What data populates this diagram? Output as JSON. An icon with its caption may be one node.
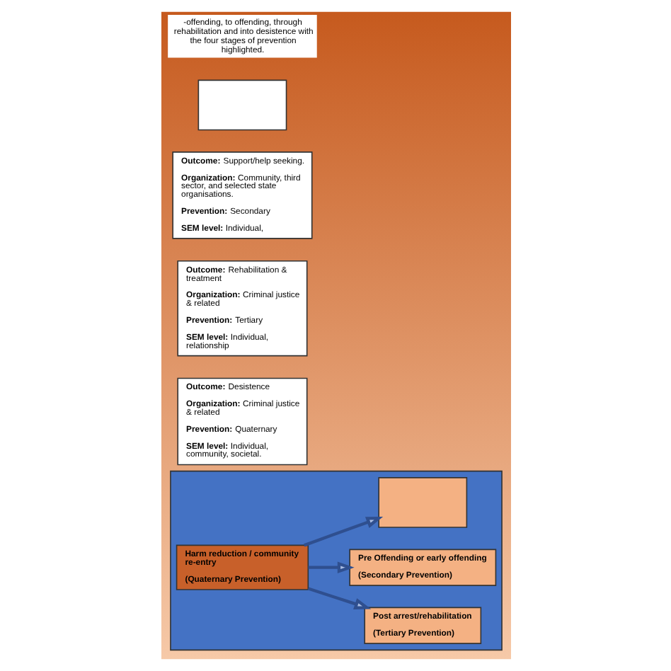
{
  "diagram": {
    "nodes": [
      {
        "text": [],
        "shape": "bar"
      },
      {
        "text": [
          "Harm reduction / community re-entry",
          "(Quaternary Prevention)"
        ],
        "in": 0
      },
      {
        "text": [
          "Post arrest/rehabilitation",
          "(Tertiary Prevention)"
        ],
        "in": 0
      },
      {
        "text": [
          "Pre Offending or early offending",
          "(Secondary Prevention)"
        ],
        "in": 0
      },
      {
        "text": [],
        "shape": "box",
        "in": 0
      },
      {
        "text": [
          "**Outcome:** Desistence",
          "**Organization:** Criminal justice & related",
          "**Prevention:** Quaternary",
          "**SEM level:** Individual, community, societal."
        ]
      },
      {
        "text": [
          "**Outcome:** Rehabilitation & treatment",
          "**Organization:** Criminal justice & related",
          "**Prevention:** Tertiary",
          "**SEM level:** Individual, relationship"
        ]
      },
      {
        "text": [
          "**Outcome:** Support/help seeking.",
          "**Organization:** Community, third sector, and selected state organisations.",
          "**Prevention:** Secondary",
          "**SEM level:** Individual,"
        ]
      },
      {
        "text": [],
        "shape": "box"
      }
    ],
    "edges": [
      {
        "from": 1,
        "to": 2,
        "arrow": "to"
      },
      {
        "from": 1,
        "to": 3,
        "arrow": "to"
      },
      {
        "from": 1,
        "to": 4,
        "arrow": "to"
      }
    ],
    "labels": [
      "-offending, to offending, through rehabilitation and into desistence with the four stages of prevention highlighted."
    ]
  }
}
